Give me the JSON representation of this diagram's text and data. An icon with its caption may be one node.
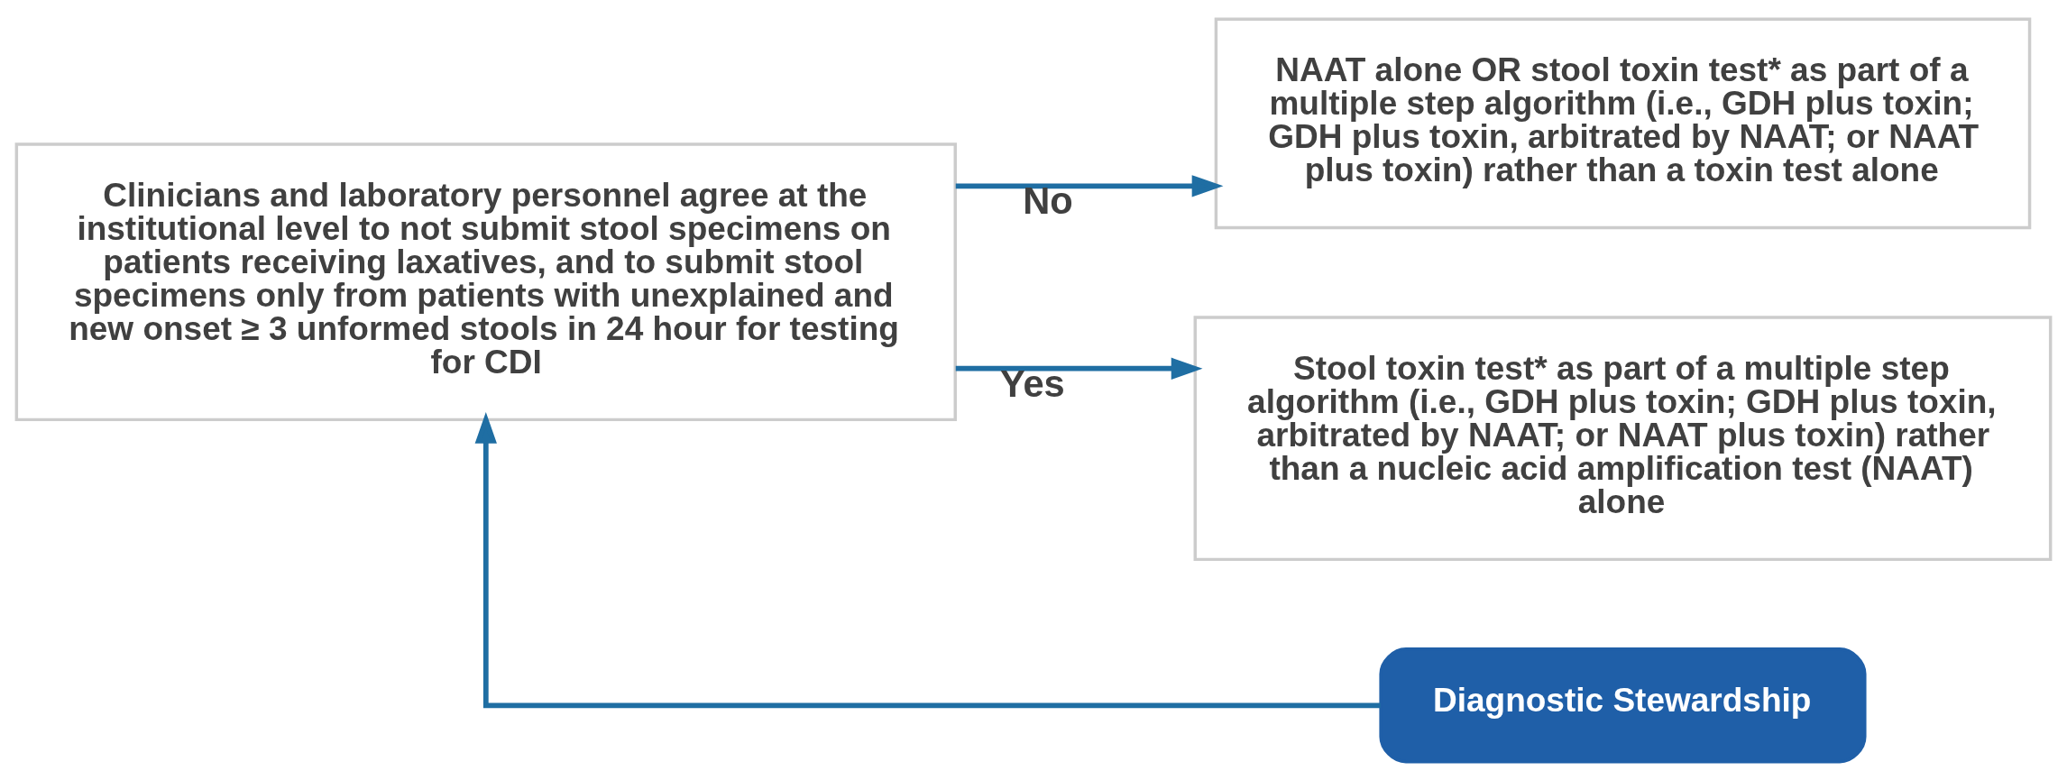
{
  "diagram": {
    "nodes": [
      {
        "text": [
          "Clinicians and laboratory personnel agree at the institutional level to not submit stool specimens on patients receiving laxatives, and to submit stool specimens only from patients with unexplained and new onset ≥ 3 unformed stools in 24 hour for testing for CDI"
        ]
      },
      {
        "text": [
          "NAAT alone OR stool toxin test* as part of a multiple step algorithm (i.e., GDH plus toxin; GDH plus toxin, arbitrated by NAAT; or NAAT plus toxin) rather than a toxin test alone"
        ]
      },
      {
        "text": [
          "Diagnostic Stewardship"
        ]
      },
      {
        "text": [
          "Stool toxin test* as part of a multiple step algorithm (i.e., GDH plus toxin; GDH plus toxin, arbitrated by NAAT; or NAAT plus toxin) rather than a nucleic acid amplification test (NAAT) alone"
        ]
      }
    ],
    "edges": [
      {
        "from": 0,
        "to": 1,
        "arrow": "to",
        "label": "No"
      },
      {
        "from": 2,
        "to": 0,
        "arrow": "to"
      },
      {
        "from": 0,
        "to": 3,
        "arrow": "to",
        "label": "Yes"
      }
    ]
  }
}
